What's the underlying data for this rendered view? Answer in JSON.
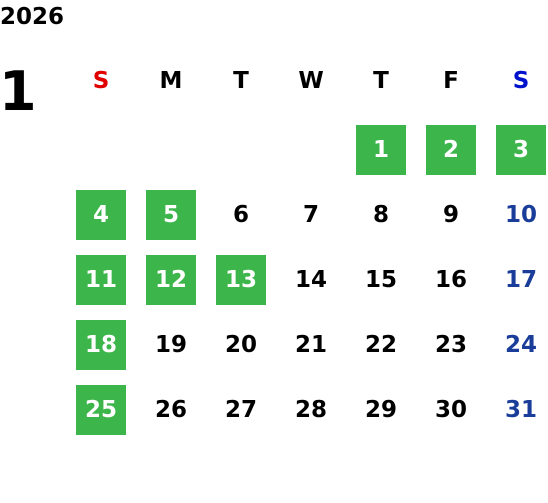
{
  "calendar": {
    "year": "2026",
    "month": "1",
    "weekdays": [
      "S",
      "M",
      "T",
      "W",
      "T",
      "F",
      "S"
    ],
    "weekday_colors": [
      "#e00000",
      "#000000",
      "#000000",
      "#000000",
      "#000000",
      "#000000",
      "#0011cc"
    ],
    "days": [
      {
        "label": "1",
        "col": 4,
        "row": 0,
        "highlight": true
      },
      {
        "label": "2",
        "col": 5,
        "row": 0,
        "highlight": true
      },
      {
        "label": "3",
        "col": 6,
        "row": 0,
        "highlight": true
      },
      {
        "label": "4",
        "col": 0,
        "row": 1,
        "highlight": true
      },
      {
        "label": "5",
        "col": 1,
        "row": 1,
        "highlight": true
      },
      {
        "label": "6",
        "col": 2,
        "row": 1,
        "highlight": false
      },
      {
        "label": "7",
        "col": 3,
        "row": 1,
        "highlight": false
      },
      {
        "label": "8",
        "col": 4,
        "row": 1,
        "highlight": false
      },
      {
        "label": "9",
        "col": 5,
        "row": 1,
        "highlight": false
      },
      {
        "label": "10",
        "col": 6,
        "row": 1,
        "highlight": false
      },
      {
        "label": "11",
        "col": 0,
        "row": 2,
        "highlight": true
      },
      {
        "label": "12",
        "col": 1,
        "row": 2,
        "highlight": true
      },
      {
        "label": "13",
        "col": 2,
        "row": 2,
        "highlight": true
      },
      {
        "label": "14",
        "col": 3,
        "row": 2,
        "highlight": false
      },
      {
        "label": "15",
        "col": 4,
        "row": 2,
        "highlight": false
      },
      {
        "label": "16",
        "col": 5,
        "row": 2,
        "highlight": false
      },
      {
        "label": "17",
        "col": 6,
        "row": 2,
        "highlight": false
      },
      {
        "label": "18",
        "col": 0,
        "row": 3,
        "highlight": true
      },
      {
        "label": "19",
        "col": 1,
        "row": 3,
        "highlight": false
      },
      {
        "label": "20",
        "col": 2,
        "row": 3,
        "highlight": false
      },
      {
        "label": "21",
        "col": 3,
        "row": 3,
        "highlight": false
      },
      {
        "label": "22",
        "col": 4,
        "row": 3,
        "highlight": false
      },
      {
        "label": "23",
        "col": 5,
        "row": 3,
        "highlight": false
      },
      {
        "label": "24",
        "col": 6,
        "row": 3,
        "highlight": false
      },
      {
        "label": "25",
        "col": 0,
        "row": 4,
        "highlight": true
      },
      {
        "label": "26",
        "col": 1,
        "row": 4,
        "highlight": false
      },
      {
        "label": "27",
        "col": 2,
        "row": 4,
        "highlight": false
      },
      {
        "label": "28",
        "col": 3,
        "row": 4,
        "highlight": false
      },
      {
        "label": "29",
        "col": 4,
        "row": 4,
        "highlight": false
      },
      {
        "label": "30",
        "col": 5,
        "row": 4,
        "highlight": false
      },
      {
        "label": "31",
        "col": 6,
        "row": 4,
        "highlight": false
      }
    ]
  },
  "colors": {
    "highlight_bg": "#3cb54a",
    "highlight_text": "#ffffff",
    "sunday_header": "#e00000",
    "saturday_header": "#0011cc",
    "saturday_date": "#1a3d9a",
    "default_text": "#000000"
  }
}
